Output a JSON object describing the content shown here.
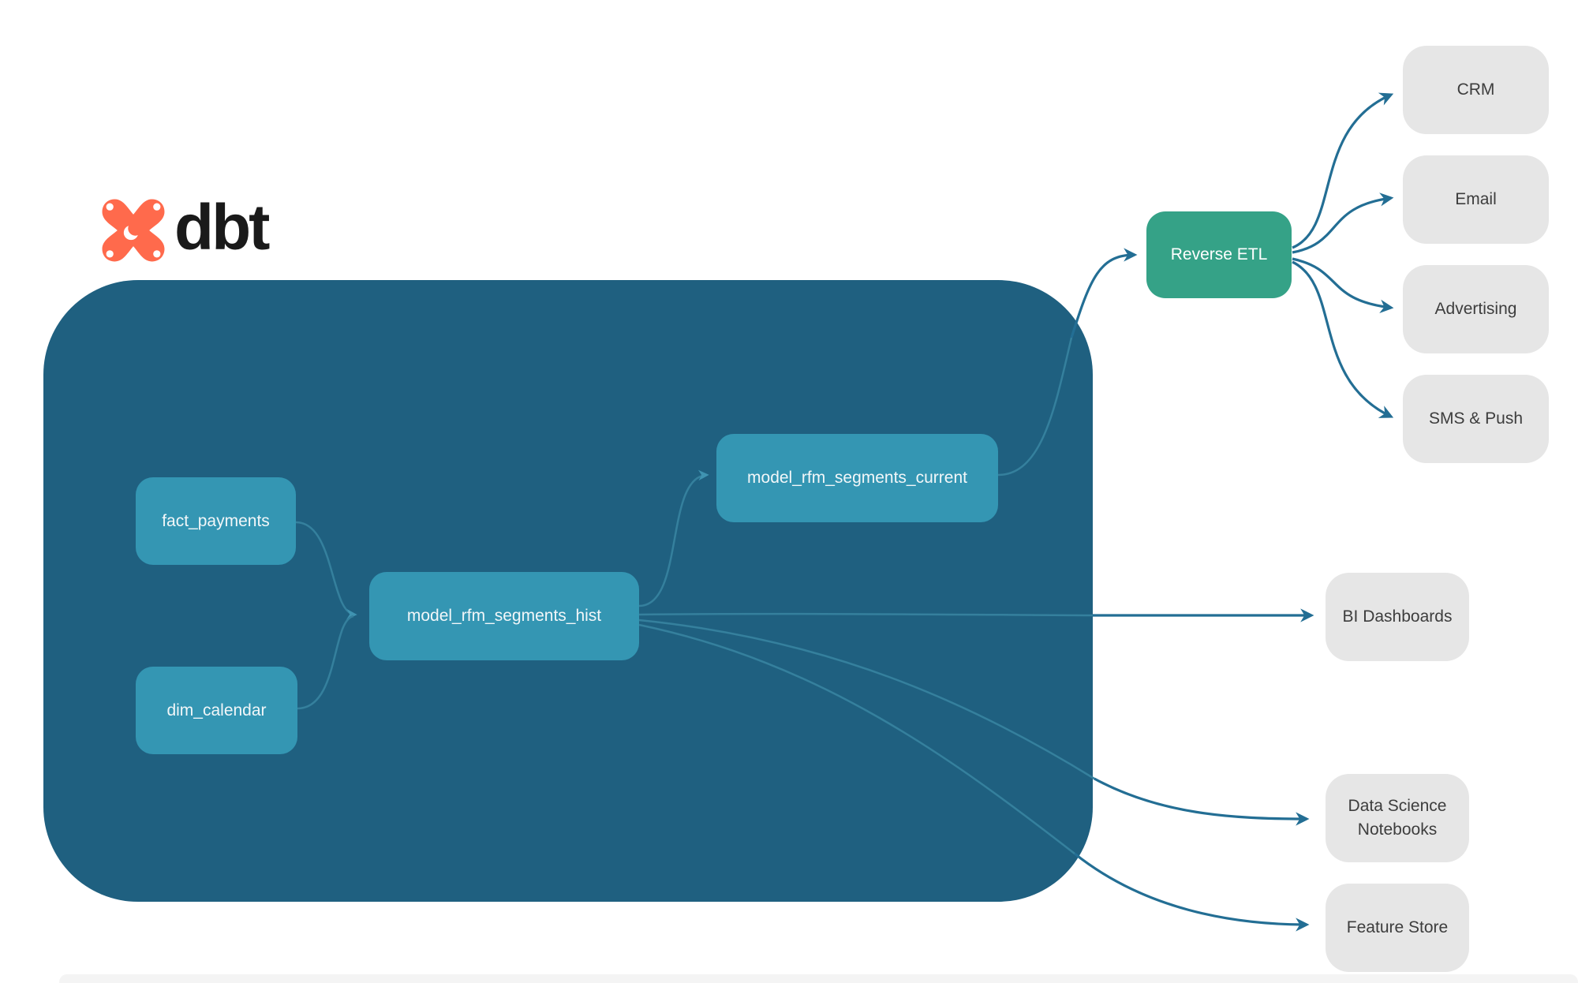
{
  "colors": {
    "canvas-bg": "#ffffff",
    "container-bg": "#1f6080",
    "node-bg": "#3496b3",
    "node-text": "#f2f7f9",
    "green-bg": "#35a287",
    "gray-bg": "#e6e6e6",
    "gray-text": "#3d3d3d",
    "arrow": "#236e94",
    "inner-line": "#35809d",
    "logo-orange": "#ff6a4c",
    "logo-text": "#1a1a1a",
    "footer-bg": "#f4f4f4"
  },
  "logo": {
    "wordmark": "dbt"
  },
  "nodes": {
    "fact_payments": {
      "label": "fact_payments"
    },
    "dim_calendar": {
      "label": "dim_calendar"
    },
    "model_rfm_segments_hist": {
      "label": "model_rfm_segments_hist"
    },
    "model_rfm_segments_current": {
      "label": "model_rfm_segments_current"
    },
    "reverse_etl": {
      "label": "Reverse ETL"
    },
    "crm": {
      "label": "CRM"
    },
    "email": {
      "label": "Email"
    },
    "advertising": {
      "label": "Advertising"
    },
    "sms_push": {
      "label": "SMS & Push"
    },
    "bi_dashboards": {
      "label": "BI Dashboards"
    },
    "data_science_notebooks": {
      "label": "Data Science Notebooks"
    },
    "feature_store": {
      "label": "Feature Store"
    }
  }
}
